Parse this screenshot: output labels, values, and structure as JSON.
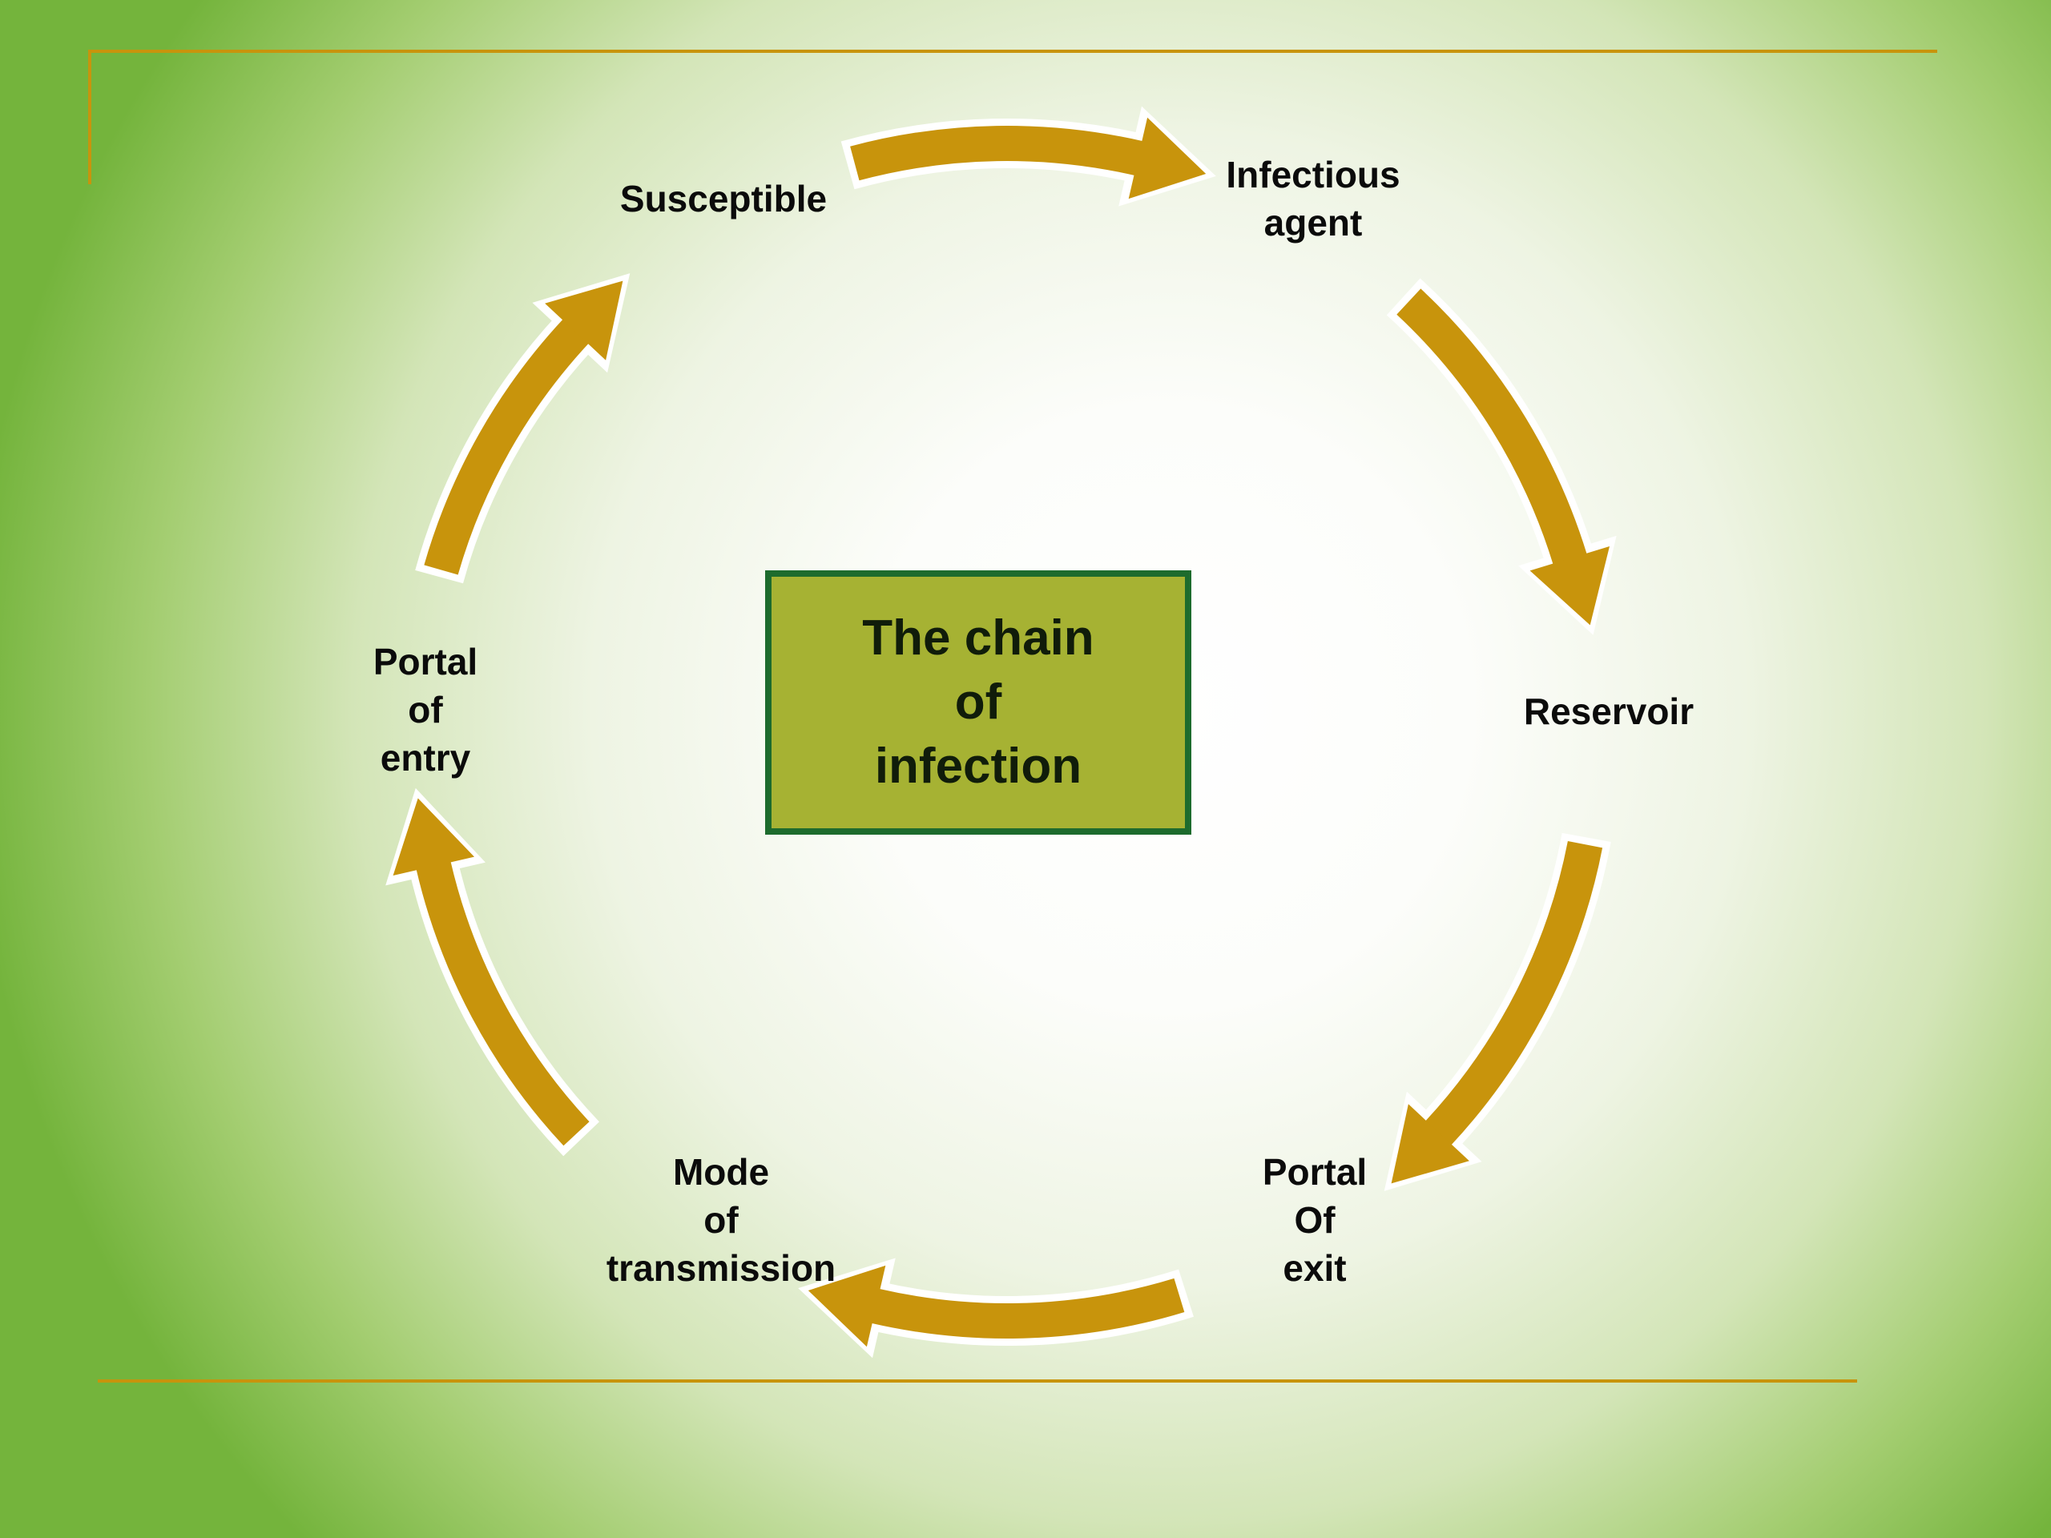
{
  "colors": {
    "arrow_gold": "#c8940c",
    "arrow_outline": "#ffffff",
    "frame_line": "#c8940c",
    "box_fill": "#a6b233",
    "box_border": "#1d6b2d",
    "background_green": "#74b43c",
    "label_text": "#0b0b0b",
    "box_text": "#101c0a"
  },
  "center_box": {
    "lines": [
      "The chain",
      "of",
      "infection"
    ]
  },
  "nodes": [
    {
      "id": "susceptible",
      "lines": [
        "Susceptible"
      ]
    },
    {
      "id": "infectious-agent",
      "lines": [
        "Infectious",
        "agent"
      ]
    },
    {
      "id": "reservoir",
      "lines": [
        "Reservoir"
      ]
    },
    {
      "id": "portal-of-exit",
      "lines": [
        "Portal",
        "Of",
        "exit"
      ]
    },
    {
      "id": "mode-of-transmission",
      "lines": [
        "Mode",
        "of",
        "transmission"
      ]
    },
    {
      "id": "portal-of-entry",
      "lines": [
        "Portal",
        "of",
        "entry"
      ]
    }
  ],
  "arrows": [
    {
      "name": "arrow-susceptible-to-infectious-agent"
    },
    {
      "name": "arrow-infectious-agent-to-reservoir"
    },
    {
      "name": "arrow-reservoir-to-portal-of-exit"
    },
    {
      "name": "arrow-portal-of-exit-to-mode-of-transmission"
    },
    {
      "name": "arrow-mode-of-transmission-to-portal-of-entry"
    },
    {
      "name": "arrow-portal-of-entry-to-susceptible"
    }
  ]
}
